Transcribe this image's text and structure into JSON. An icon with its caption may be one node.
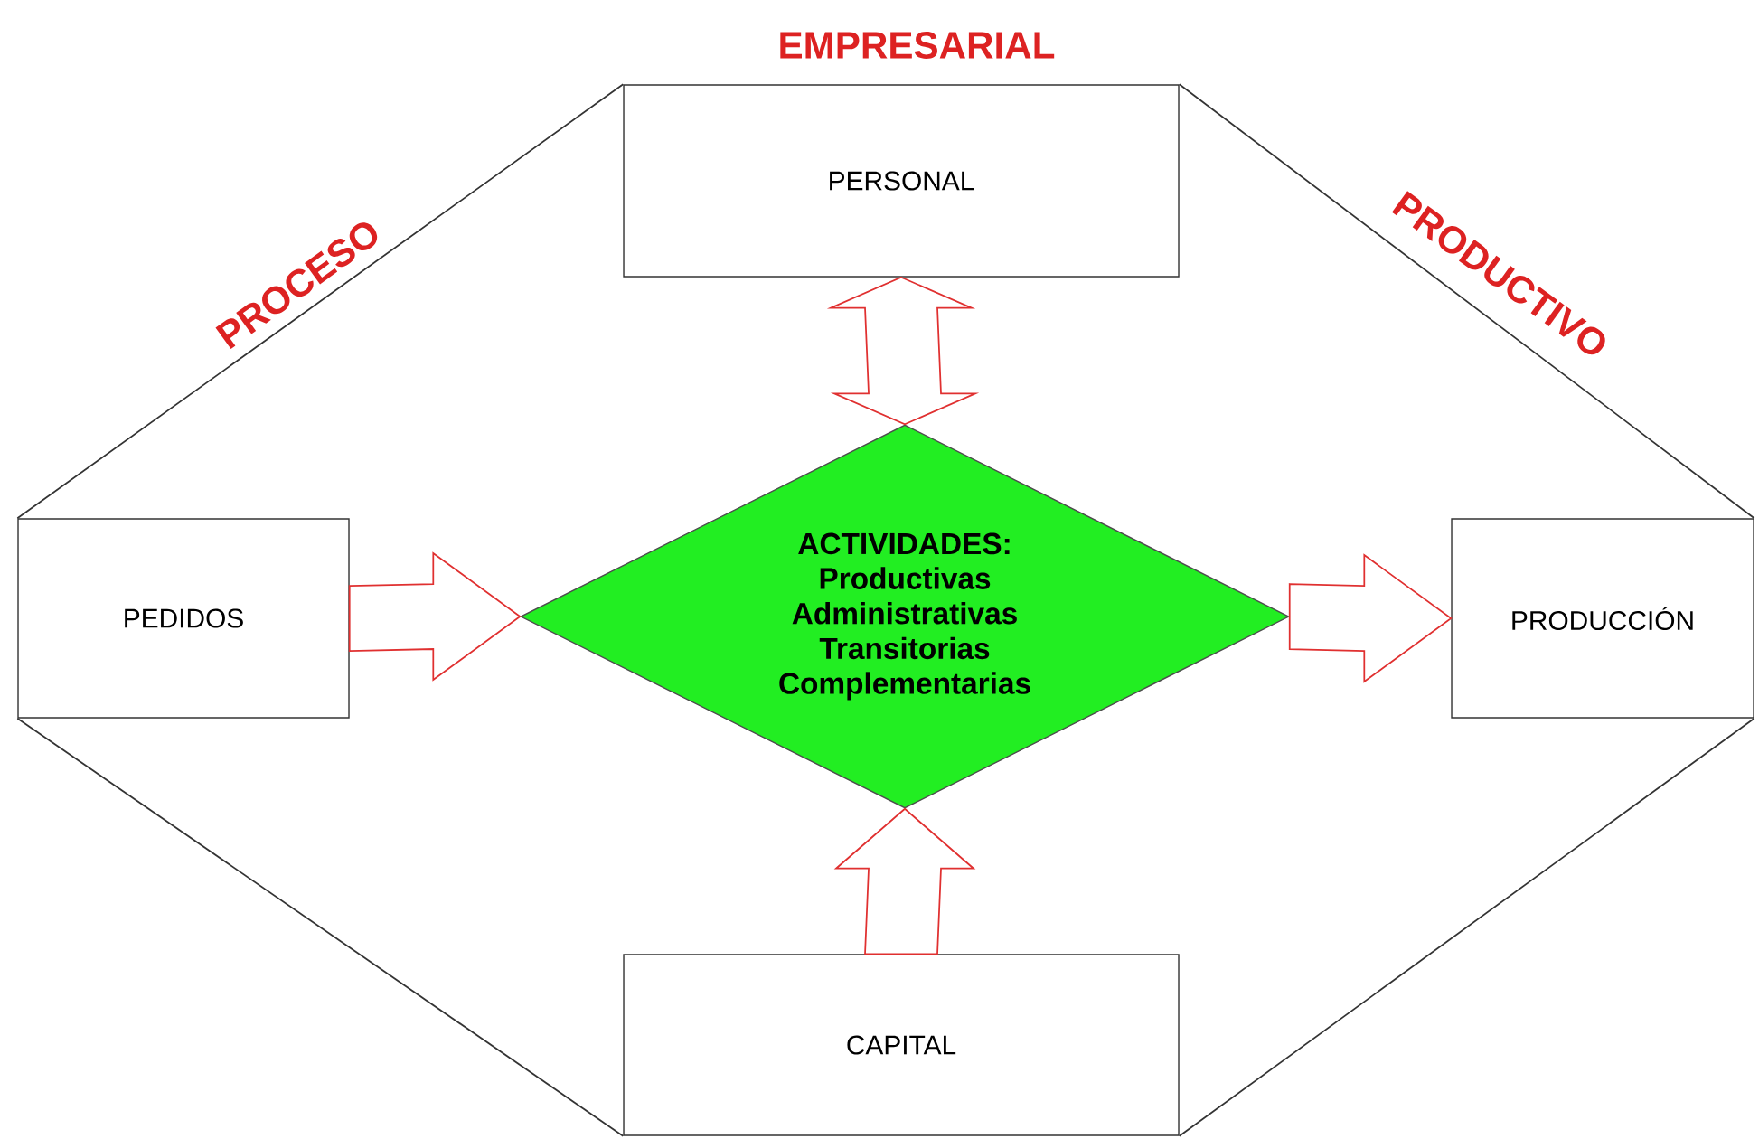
{
  "diagram": {
    "nodes": [
      {
        "text": [
          "PERSONAL"
        ]
      },
      {
        "text": [
          "PEDIDOS"
        ]
      },
      {
        "text": [
          "ACTIVIDADES:",
          "Productivas",
          "Administrativas",
          "Transitorias",
          "Complementarias"
        ]
      },
      {
        "text": [
          "PRODUCCIÓN"
        ]
      },
      {
        "text": [
          "CAPITAL"
        ]
      }
    ],
    "edges": [
      {
        "from": 0,
        "to": 1,
        "arrow": "none"
      },
      {
        "from": 0,
        "to": 3,
        "arrow": "none"
      },
      {
        "from": 1,
        "to": 4,
        "arrow": "none"
      },
      {
        "from": 3,
        "to": 4,
        "arrow": "none"
      },
      {
        "from": 0,
        "to": 2,
        "arrow": "both",
        "style": "thick",
        "color": "#e03030"
      },
      {
        "from": 1,
        "to": 2,
        "arrow": "to",
        "style": "thick",
        "color": "#e03030"
      },
      {
        "from": 2,
        "to": 3,
        "arrow": "to",
        "style": "thick",
        "color": "#e03030"
      },
      {
        "from": 4,
        "to": 2,
        "arrow": "to",
        "style": "thick",
        "color": "#e03030"
      }
    ],
    "labels": [
      "EMPRESARIAL",
      "PROCESO",
      "PRODUCTIVO"
    ]
  }
}
